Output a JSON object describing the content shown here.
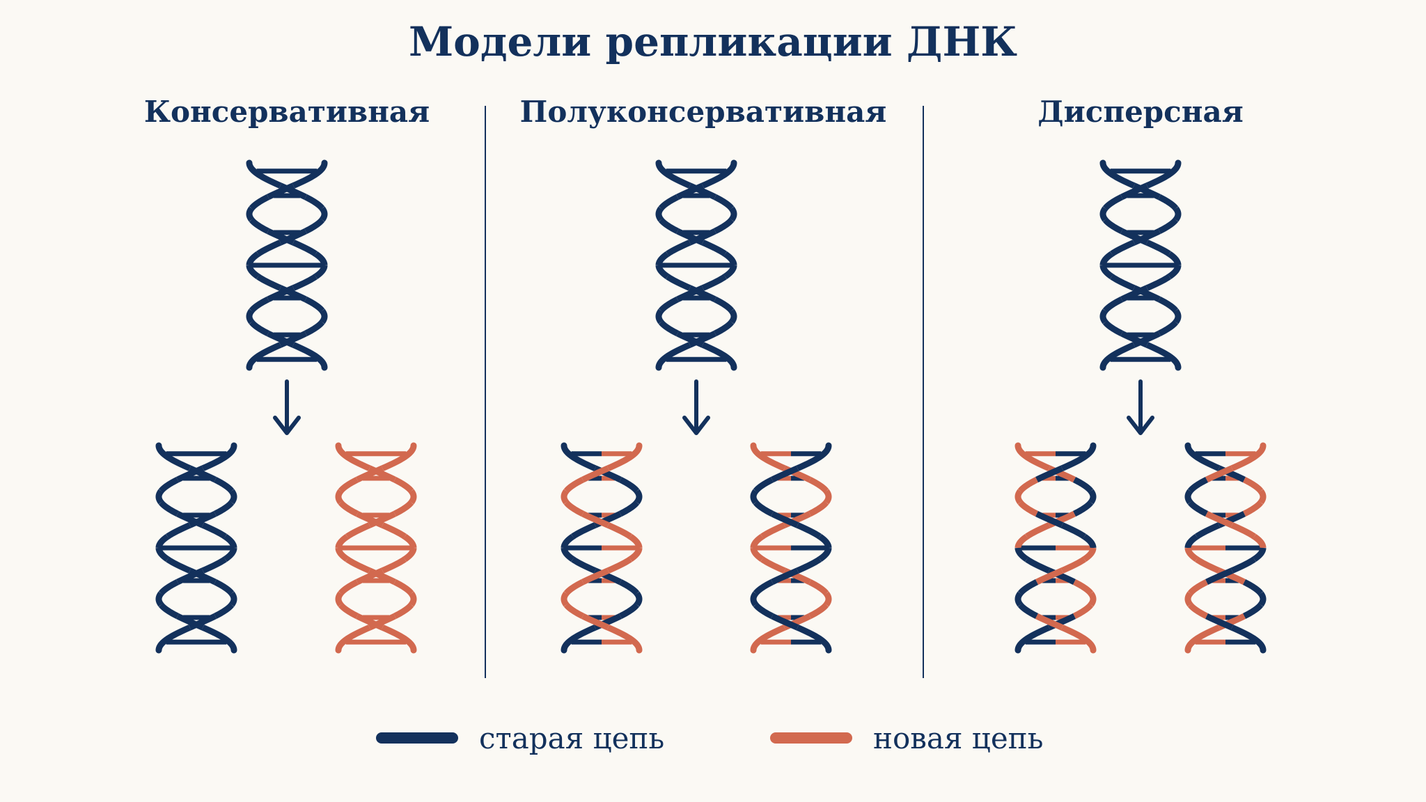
{
  "title": "Модели репликации ДНК",
  "models": [
    {
      "title": "Консервативная"
    },
    {
      "title": "Полуконсервативная"
    },
    {
      "title": "Дисперсная"
    }
  ],
  "legend": {
    "old_strand_label": "старая цепь",
    "new_strand_label": "новая цепь"
  },
  "colors": {
    "old_strand": "#13315c",
    "new_strand": "#d2694f",
    "background": "#fbf9f4"
  },
  "icons": {
    "helix": "dna-helix-icon",
    "arrow": "arrow-down-icon"
  }
}
